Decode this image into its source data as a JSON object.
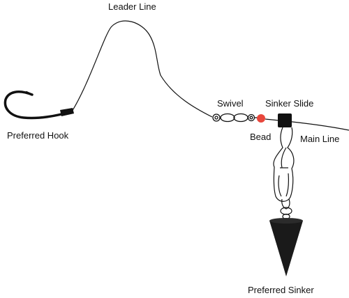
{
  "diagram": {
    "labels": {
      "leader_line": "Leader Line",
      "preferred_hook": "Preferred Hook",
      "swivel": "Swivel",
      "sinker_slide": "Sinker Slide",
      "bead": "Bead",
      "main_line": "Main Line",
      "preferred_sinker": "Preferred Sinker"
    },
    "colors": {
      "line": "#111111",
      "bead": "#e8473c",
      "sinker": "#1a1a1a"
    }
  }
}
